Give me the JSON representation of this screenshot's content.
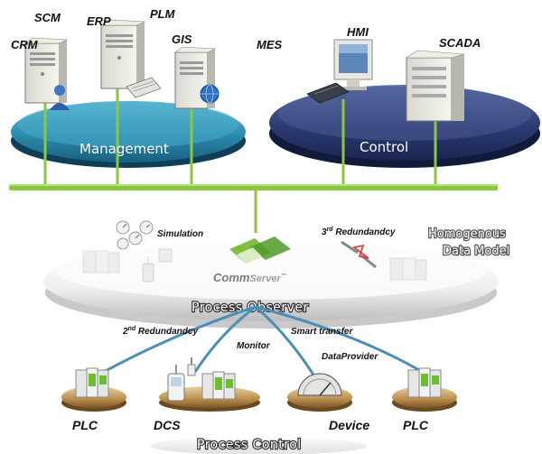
{
  "management": {
    "platform_label": "Management",
    "systems": [
      "SCM",
      "ERP",
      "PLM",
      "CRM",
      "GIS"
    ]
  },
  "mes_label": "MES",
  "control": {
    "platform_label": "Control",
    "systems": [
      "HMI",
      "SCADA"
    ]
  },
  "observer": {
    "simulation_label": "Simulation",
    "redundancy3_base": "3",
    "redundancy3_sup": "rd",
    "redundancy3_rest": " Redundandcy",
    "logo_comm": "Comm",
    "logo_server": "Server",
    "logo_tm": "™",
    "platform_label": "Process Observer",
    "data_model_line1": "Homogenous",
    "data_model_line2": "Data Model"
  },
  "links": {
    "redundancy2_base": "2",
    "redundancy2_sup": "nd",
    "redundancy2_rest": " Redundandcy",
    "monitor": "Monitor",
    "smart_transfer": "Smart transfer",
    "data_provider": "DataProvider"
  },
  "process_control": {
    "devices": [
      "PLC",
      "DCS",
      "Device",
      "PLC"
    ],
    "platform_label": "Process Control"
  },
  "colors": {
    "management_platform": "#2f8fb0",
    "control_platform": "#2f3f78",
    "bus_green": "#8dc63f",
    "link_blue": "#4a8fb8",
    "base_gold": "#b0894a"
  }
}
